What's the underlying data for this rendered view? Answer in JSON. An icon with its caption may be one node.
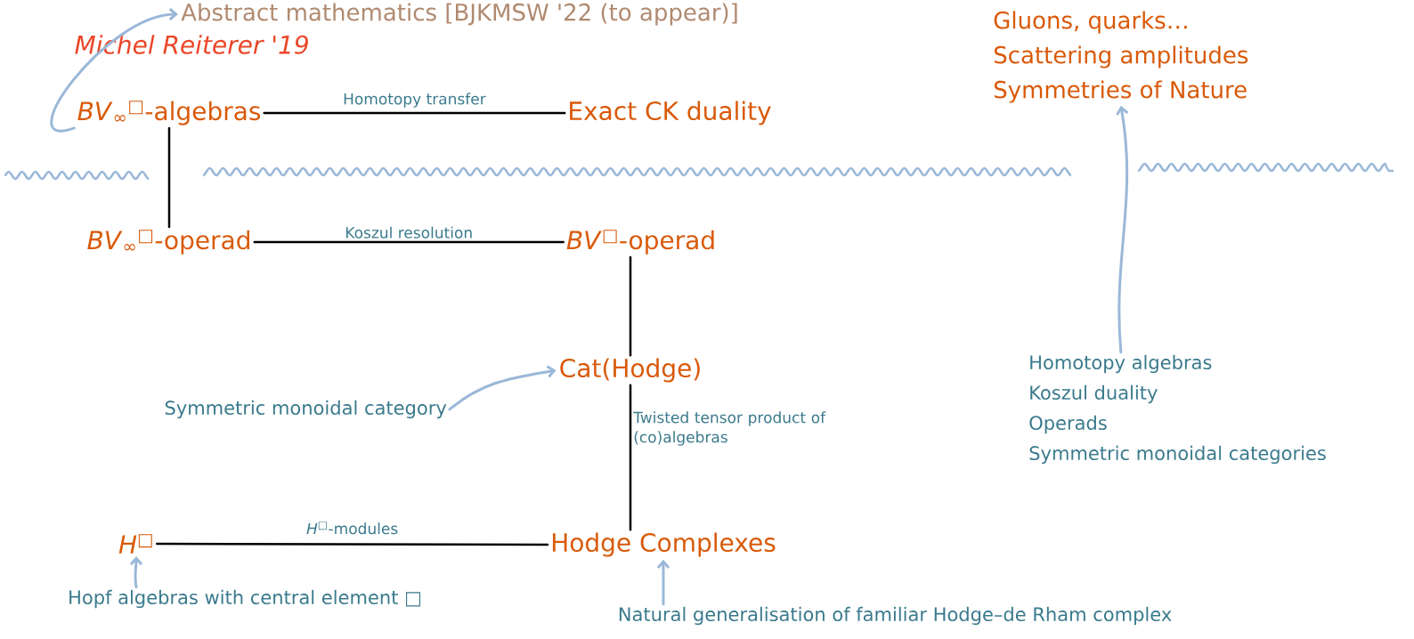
{
  "diagram": {
    "nodes": [
      {
        "text": [
          "*BV*$_{∞}$$^{□}$-algebras"
        ]
      },
      {
        "text": [
          "Exact CK duality"
        ]
      },
      {
        "text": [
          "*BV*$_{∞}$$^{□}$-operad"
        ]
      },
      {
        "text": [
          "*BV*$^{□}$-operad"
        ]
      },
      {
        "text": [
          "Cat(Hodge)"
        ]
      },
      {
        "text": [
          "Hodge Complexes"
        ]
      },
      {
        "text": [
          "*H*$^{□}$"
        ]
      },
      {
        "text": [
          "Symmetric monoidal category"
        ]
      },
      {
        "text": [
          "Hopf algebras with central element □"
        ]
      },
      {
        "text": [
          "Natural generalisation of familiar Hodge–de Rham complex"
        ]
      },
      {
        "text": [
          "Gluons, quarks…",
          "Scattering amplitudes",
          "Symmetries of Nature"
        ]
      },
      {
        "text": [
          "Homotopy algebras",
          "Koszul duality",
          "Operads",
          "Symmetric monoidal categories"
        ]
      },
      {
        "text": [
          "Abstract mathematics [BJKMSW '22 (to appear)]"
        ]
      }
    ],
    "edges": [
      {
        "from": 0,
        "to": 1,
        "arrow": "none",
        "label": "Homotopy transfer"
      },
      {
        "from": 0,
        "to": 2,
        "arrow": "none"
      },
      {
        "from": 2,
        "to": 3,
        "arrow": "none",
        "label": "Koszul resolution"
      },
      {
        "from": 3,
        "to": 4,
        "arrow": "none"
      },
      {
        "from": 4,
        "to": 5,
        "arrow": "none",
        "label": "Twisted tensor product of (co)algebras"
      },
      {
        "from": 6,
        "to": 5,
        "arrow": "none",
        "label": "*H*$^{□}$-modules"
      },
      {
        "from": 7,
        "to": 4,
        "arrow": "to",
        "color": "#9ab8d8"
      },
      {
        "from": 8,
        "to": 6,
        "arrow": "to",
        "color": "#9ab8d8"
      },
      {
        "from": 9,
        "to": 5,
        "arrow": "to",
        "color": "#9ab8d8"
      },
      {
        "from": 11,
        "to": 10,
        "arrow": "to",
        "color": "#9ab8d8"
      },
      {
        "from": 0,
        "to": 12,
        "arrow": "to",
        "color": "#9ab8d8"
      }
    ],
    "labels": [
      "Michel Reiterer '19"
    ]
  }
}
